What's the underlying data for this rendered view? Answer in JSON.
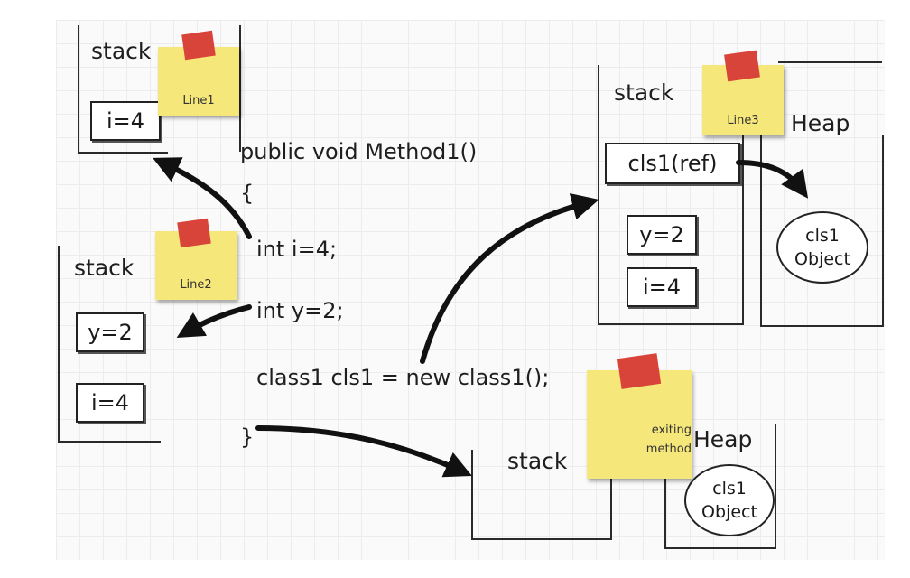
{
  "code": {
    "signature": "public void Method1()",
    "open_brace": "{",
    "line1": "int i=4;",
    "line2": "int y=2;",
    "line3": "class1 cls1 = new class1();",
    "close_brace": "}"
  },
  "panel_line1": {
    "stack_label": "stack",
    "note": "Line1",
    "items": [
      "i=4"
    ]
  },
  "panel_line2": {
    "stack_label": "stack",
    "note": "Line2",
    "items": [
      "y=2",
      "i=4"
    ]
  },
  "panel_line3": {
    "stack_label": "stack",
    "note": "Line3",
    "heap_label": "Heap",
    "items": [
      "cls1(ref)",
      "y=2",
      "i=4"
    ],
    "object": [
      "cls1",
      "Object"
    ]
  },
  "panel_exit": {
    "stack_label": "stack",
    "note_line1": "exiting",
    "note_line2": "method",
    "heap_label": "Heap",
    "object": [
      "cls1",
      "Object"
    ]
  },
  "colors": {
    "sticky_note": "#f6e77b",
    "tape": "#d9443a",
    "ink": "#1e1e1e"
  }
}
